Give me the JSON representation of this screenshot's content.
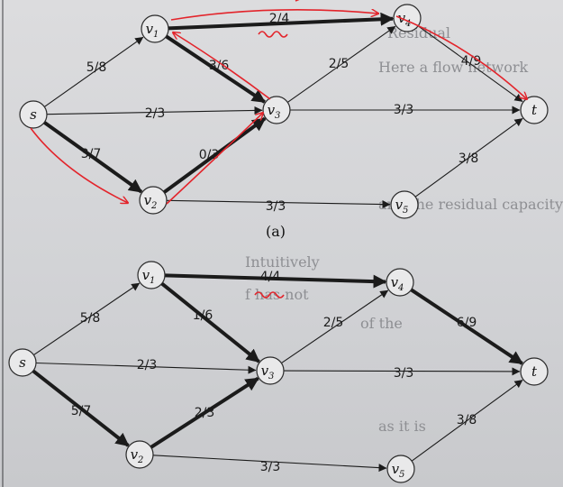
{
  "diagrams": [
    {
      "id": "a",
      "caption": "(a)",
      "nodes": [
        {
          "id": "s",
          "base": "s",
          "sub": ""
        },
        {
          "id": "v1",
          "base": "v",
          "sub": "1"
        },
        {
          "id": "v2",
          "base": "v",
          "sub": "2"
        },
        {
          "id": "v3",
          "base": "v",
          "sub": "3"
        },
        {
          "id": "v4",
          "base": "v",
          "sub": "4"
        },
        {
          "id": "v5",
          "base": "v",
          "sub": "5"
        },
        {
          "id": "t",
          "base": "t",
          "sub": ""
        }
      ],
      "edges": [
        {
          "from": "s",
          "to": "v1",
          "label": "5/8",
          "thick": false
        },
        {
          "from": "s",
          "to": "v3",
          "label": "2/3",
          "thick": false
        },
        {
          "from": "s",
          "to": "v2",
          "label": "3/7",
          "thick": true
        },
        {
          "from": "v1",
          "to": "v4",
          "label": "2/4",
          "thick": true
        },
        {
          "from": "v1",
          "to": "v3",
          "label": "3/6",
          "thick": true
        },
        {
          "from": "v2",
          "to": "v3",
          "label": "0/3",
          "thick": true
        },
        {
          "from": "v2",
          "to": "v5",
          "label": "3/3",
          "thick": false
        },
        {
          "from": "v3",
          "to": "v4",
          "label": "2/5",
          "thick": false
        },
        {
          "from": "v3",
          "to": "t",
          "label": "3/3",
          "thick": false
        },
        {
          "from": "v4",
          "to": "t",
          "label": "4/9",
          "thick": false
        },
        {
          "from": "v5",
          "to": "t",
          "label": "3/8",
          "thick": false
        }
      ]
    },
    {
      "id": "b",
      "caption": "",
      "nodes": [
        {
          "id": "s",
          "base": "s",
          "sub": ""
        },
        {
          "id": "v1",
          "base": "v",
          "sub": "1"
        },
        {
          "id": "v2",
          "base": "v",
          "sub": "2"
        },
        {
          "id": "v3",
          "base": "v",
          "sub": "3"
        },
        {
          "id": "v4",
          "base": "v",
          "sub": "4"
        },
        {
          "id": "v5",
          "base": "v",
          "sub": "5"
        },
        {
          "id": "t",
          "base": "t",
          "sub": ""
        }
      ],
      "edges": [
        {
          "from": "s",
          "to": "v1",
          "label": "5/8",
          "thick": false
        },
        {
          "from": "s",
          "to": "v3",
          "label": "2/3",
          "thick": false
        },
        {
          "from": "s",
          "to": "v2",
          "label": "5/7",
          "thick": true
        },
        {
          "from": "v1",
          "to": "v4",
          "label": "4/4",
          "thick": true
        },
        {
          "from": "v1",
          "to": "v3",
          "label": "1/6",
          "thick": true
        },
        {
          "from": "v2",
          "to": "v3",
          "label": "2/3",
          "thick": true
        },
        {
          "from": "v2",
          "to": "v5",
          "label": "3/3",
          "thick": false
        },
        {
          "from": "v3",
          "to": "v4",
          "label": "2/5",
          "thick": false
        },
        {
          "from": "v3",
          "to": "t",
          "label": "3/3",
          "thick": false
        },
        {
          "from": "v4",
          "to": "t",
          "label": "6/9",
          "thick": true
        },
        {
          "from": "v5",
          "to": "t",
          "label": "3/8",
          "thick": false
        }
      ]
    }
  ],
  "background_text": [
    "Residual",
    "Here a flow network",
    "and the residual capacity",
    "Intuitively",
    "f has not",
    "of the",
    "as it is"
  ],
  "colors": {
    "ink": "#1b1b1b",
    "annotation": "#e3242b",
    "page": "#d6d7da"
  }
}
